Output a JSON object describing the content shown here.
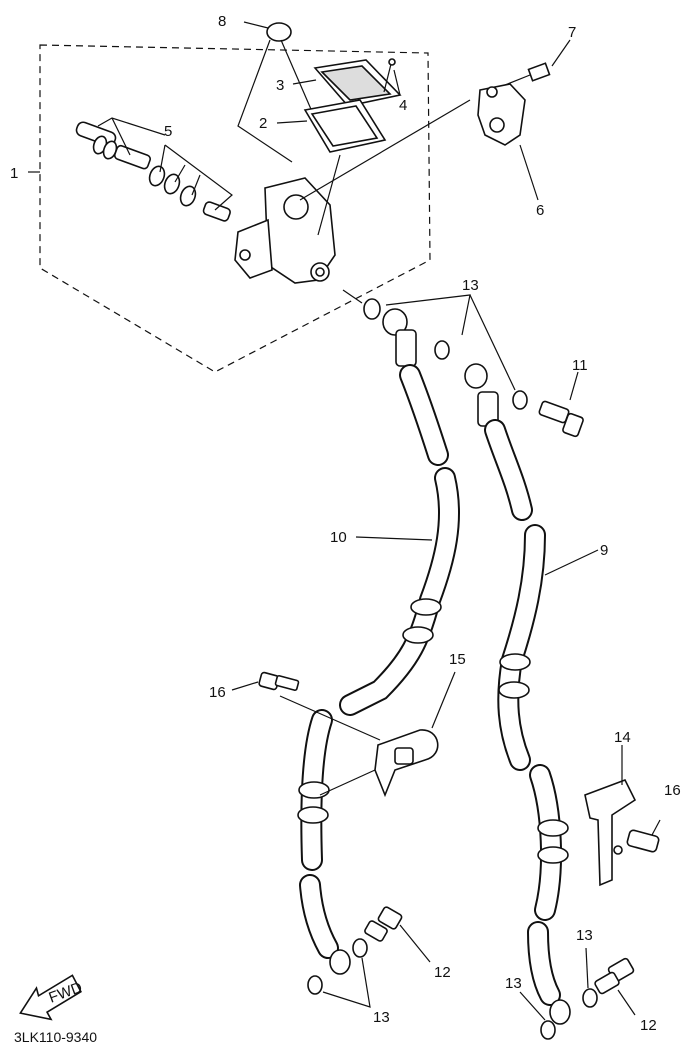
{
  "labels": {
    "p1": "1",
    "p2": "2",
    "p3": "3",
    "p4": "4",
    "p5": "5",
    "p6": "6",
    "p7": "7",
    "p8": "8",
    "p9": "9",
    "p10": "10",
    "p11": "11",
    "p12a": "12",
    "p12b": "12",
    "p13a": "13",
    "p13b": "13",
    "p13c": "13",
    "p13d": "13",
    "p14": "14",
    "p15": "15",
    "p16a": "16",
    "p16b": "16"
  },
  "fwd_label": "FWD",
  "diagram_code": "3LK110-9340"
}
